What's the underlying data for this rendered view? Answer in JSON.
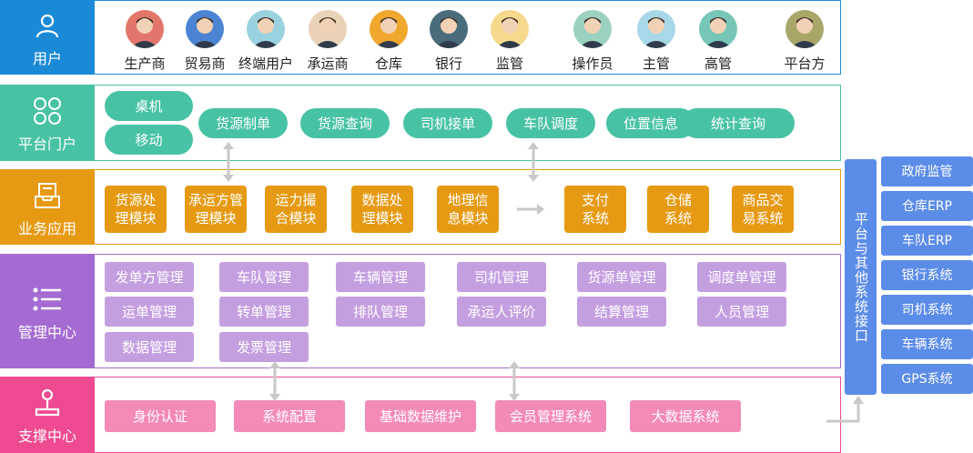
{
  "rows": {
    "user": {
      "label": "用户"
    },
    "portal": {
      "label": "平台门户"
    },
    "business": {
      "label": "业务应用"
    },
    "mgmt": {
      "label": "管理中心"
    },
    "support": {
      "label": "支撑中心"
    }
  },
  "users": [
    {
      "name": "生产商",
      "bg": "#e3766a"
    },
    {
      "name": "贸易商",
      "bg": "#4c84d4"
    },
    {
      "name": "终端用户",
      "bg": "#9ad2e0"
    },
    {
      "name": "承运商",
      "bg": "#e9d2b8"
    },
    {
      "name": "仓库",
      "bg": "#f0a72e"
    },
    {
      "name": "银行",
      "bg": "#4a6c7a"
    },
    {
      "name": "监管",
      "bg": "#f7d98e"
    },
    {
      "name": "操作员",
      "bg": "#9bd1c0"
    },
    {
      "name": "主管",
      "bg": "#a8d8e8"
    },
    {
      "name": "高管",
      "bg": "#76c7b8"
    },
    {
      "name": "平台方",
      "bg": "#a9a66a"
    }
  ],
  "portal": {
    "left": [
      "桌机",
      "移动"
    ],
    "items": [
      "货源制单",
      "货源查询",
      "司机接单",
      "车队调度",
      "位置信息",
      "统计查询"
    ]
  },
  "business": {
    "items": [
      "货源处理模块",
      "承运方管理模块",
      "运力撮合模块",
      "数据处理模块",
      "地理信息模块",
      "支付系统",
      "仓储系统",
      "商品交易系统"
    ]
  },
  "mgmt": {
    "items": [
      "发单方管理",
      "车队管理",
      "车辆管理",
      "司机管理",
      "货源单管理",
      "调度单管理",
      "运单管理",
      "转单管理",
      "排队管理",
      "承运人评价",
      "结算管理",
      "人员管理",
      "数据管理",
      "发票管理"
    ]
  },
  "support": {
    "items": [
      "身份认证",
      "系统配置",
      "基础数据维护",
      "会员管理系统",
      "大数据系统"
    ]
  },
  "interface": {
    "label": "平台与其他系统接口"
  },
  "external": [
    "政府监管",
    "仓库ERP",
    "车队ERP",
    "银行系统",
    "司机系统",
    "车辆系统",
    "GPS系统"
  ],
  "colors": {
    "user": "#1a8ad6",
    "portal": "#48c2a5",
    "business": "#e69a14",
    "mgmt": "#a56bd2",
    "support": "#ee4a91",
    "interface": "#5b8ce8"
  }
}
